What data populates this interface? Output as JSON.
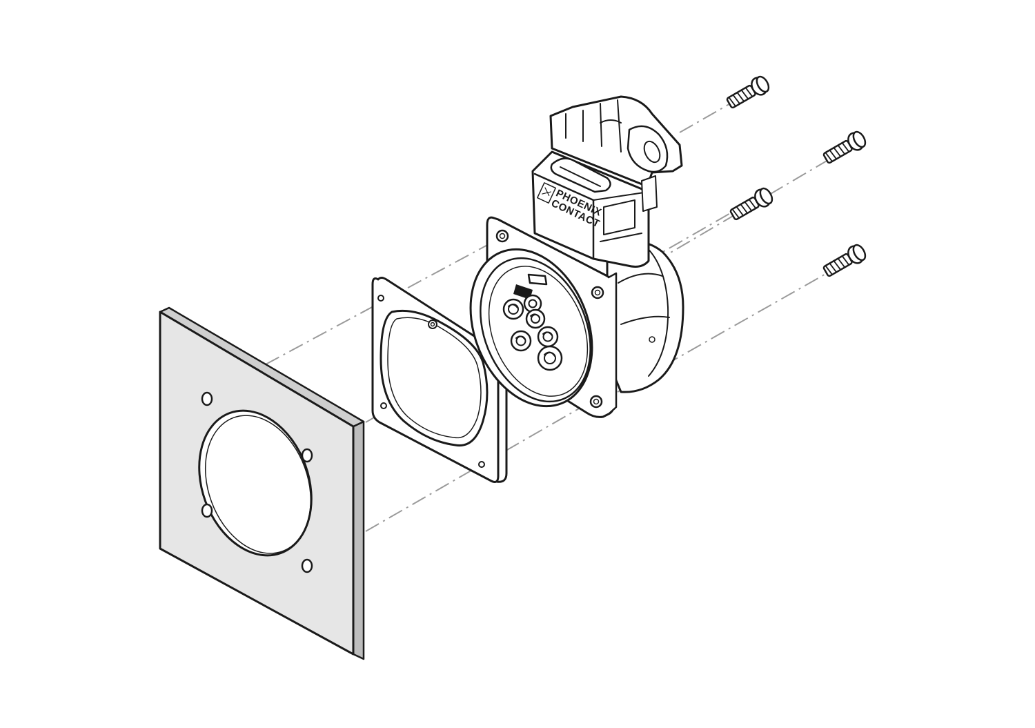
{
  "drawing": {
    "subject": "exploded-assembly",
    "colors": {
      "line": "#1a1a1a",
      "panel_fill": "#e6e6e6",
      "panel_edge": "#bdbdbd",
      "part_fill": "#ffffff",
      "axis_line": "#9a9a9a"
    }
  },
  "logo": {
    "line1": "PHOENIX",
    "line2": "CONTACT"
  }
}
